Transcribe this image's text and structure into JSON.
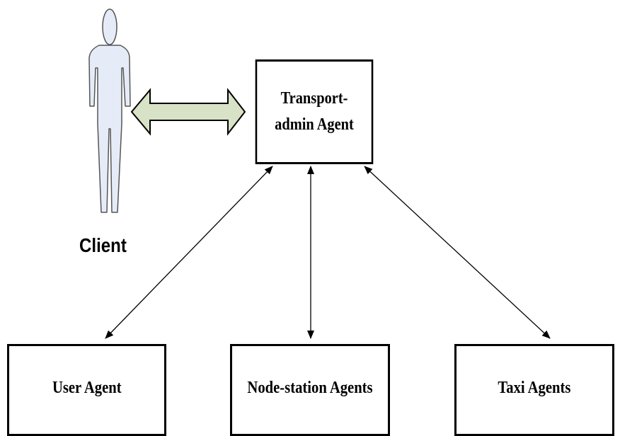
{
  "diagram": {
    "actor": {
      "name": "Client",
      "icon": "person-icon",
      "fill_color": "#e6ecf7",
      "stroke_color": "#555555"
    },
    "nodes": {
      "admin": {
        "line1": "Transport-",
        "line2": "admin Agent"
      },
      "user": {
        "label": "User Agent"
      },
      "station": {
        "label": "Node-station Agents"
      },
      "taxi": {
        "label": "Taxi Agents"
      }
    },
    "connections": [
      {
        "from": "Client",
        "to": "Transport-admin Agent",
        "style": "block-double-arrow",
        "color": "#d8e2c6"
      },
      {
        "from": "Transport-admin Agent",
        "to": "User Agent",
        "style": "double-arrow-line"
      },
      {
        "from": "Transport-admin Agent",
        "to": "Node-station Agents",
        "style": "double-arrow-line"
      },
      {
        "from": "Transport-admin Agent",
        "to": "Taxi Agents",
        "style": "double-arrow-line"
      }
    ]
  }
}
